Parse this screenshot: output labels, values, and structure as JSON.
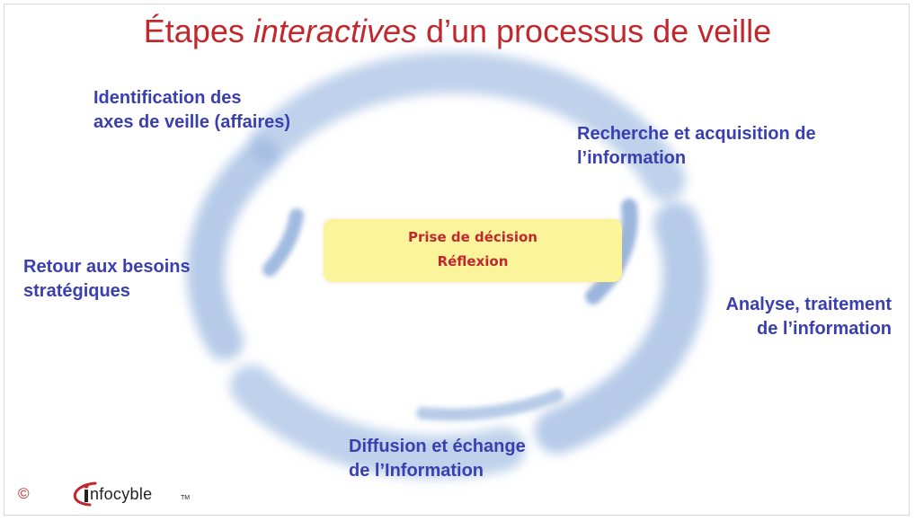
{
  "title": {
    "before": "Étapes ",
    "emphasis": "interactives",
    "after": " d’un processus de veille"
  },
  "steps": [
    "Identification des\naxes de veille (affaires)",
    "Recherche et acquisition de\nl’information",
    "Analyse, traitement\nde l’information",
    "Diffusion et échange\nde l’Information",
    "Retour aux besoins\nstratégiques"
  ],
  "center": {
    "line1": "Prise de décision",
    "line2": "Réflexion"
  },
  "brand": {
    "copyright": "©",
    "name": "nfocyble",
    "tm": "TM"
  },
  "colors": {
    "title": "#c0282d",
    "steps": "#3a3fb0",
    "swirl": "#8fb0dc",
    "center_fill": "#fbf49a"
  },
  "icons": {
    "cycle": "swirl-cycle-arrows",
    "logo": "infocyble-swoosh-logo"
  }
}
